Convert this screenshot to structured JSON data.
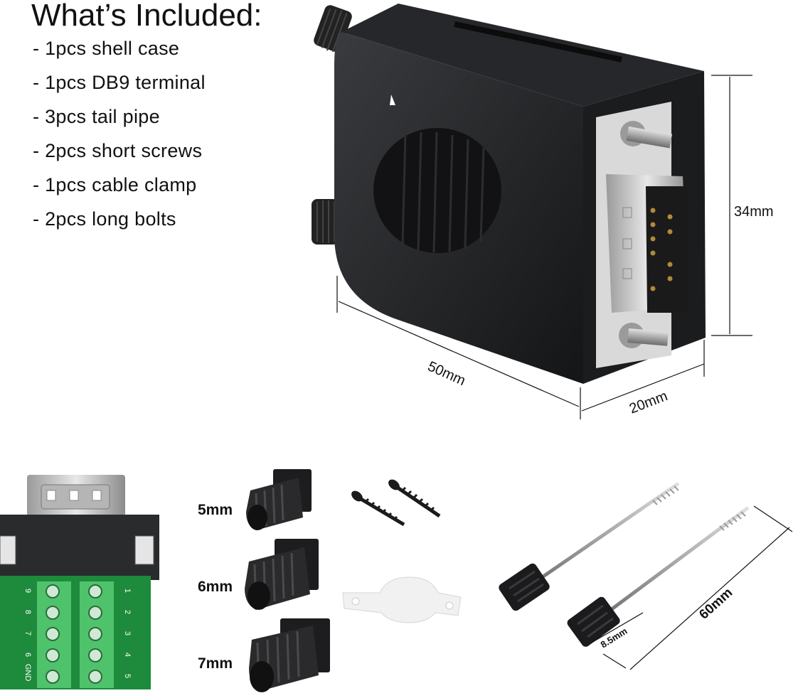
{
  "header": {
    "title": "What’s Included:",
    "items": [
      "- 1pcs shell case",
      "- 1pcs DB9 terminal",
      "- 3pcs tail pipe",
      "- 2pcs short screws",
      "- 1pcs cable clamp",
      "- 2pcs long bolts"
    ]
  },
  "dimensions": {
    "length": "50mm",
    "depth": "20mm",
    "height": "34mm"
  },
  "tail_pipes": {
    "sizes": [
      "5mm",
      "6mm",
      "7mm"
    ]
  },
  "bolts": {
    "length": "60mm",
    "head": "8.5mm"
  },
  "terminal_pins": {
    "left": [
      "9",
      "8",
      "7",
      "6",
      "GND"
    ],
    "right": [
      "1",
      "2",
      "3",
      "4",
      "5"
    ]
  },
  "colors": {
    "shell": "#1e1f21",
    "pcb": "#1e8a3c",
    "terminal_block": "#4fc36b",
    "metal": "#c9c9c9"
  }
}
